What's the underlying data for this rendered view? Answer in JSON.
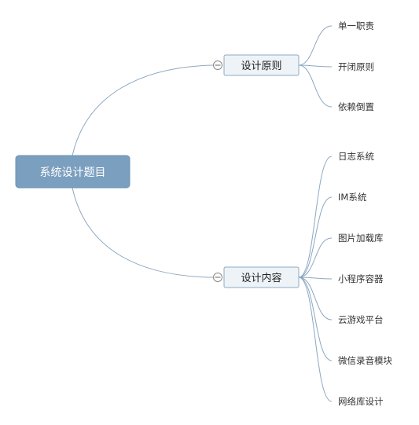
{
  "colors": {
    "root_fill": "#7b9fbf",
    "root_stroke": "#6e93b5",
    "branch_fill": "#eef3f8",
    "branch_stroke": "#8ea8c2",
    "line": "#8ea8c2",
    "text": "#333333"
  },
  "mindmap": {
    "root": {
      "label": "系统设计题目"
    },
    "branches": [
      {
        "label": "设计原则",
        "collapse_icon": "minus-circle-icon",
        "children": [
          "单一职责",
          "开闭原则",
          "依赖倒置"
        ]
      },
      {
        "label": "设计内容",
        "collapse_icon": "minus-circle-icon",
        "children": [
          "日志系统",
          "IM系统",
          "图片加载库",
          "小程序容器",
          "云游戏平台",
          "微信录音模块",
          "网络库设计"
        ]
      }
    ]
  }
}
